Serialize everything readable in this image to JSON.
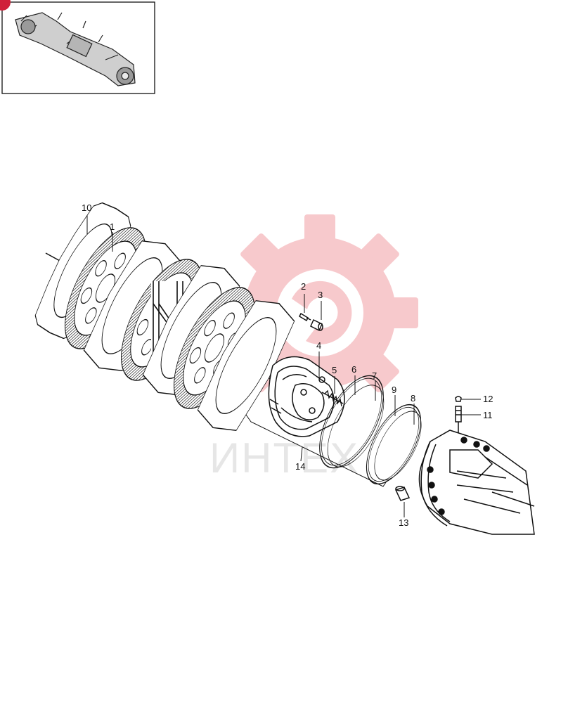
{
  "watermark": {
    "text": "ИНТЕХ",
    "gear_color": "#f7c9cc",
    "text_color": "#e4e4e4"
  },
  "thumbnail": {
    "icon": "axle-assembly-icon",
    "badge_color": "#d0203a"
  },
  "diagram": {
    "line_color": "#111111",
    "callouts": [
      {
        "id": "10",
        "label": "10"
      },
      {
        "id": "1",
        "label": "1"
      },
      {
        "id": "2",
        "label": "2"
      },
      {
        "id": "3",
        "label": "3"
      },
      {
        "id": "4",
        "label": "4"
      },
      {
        "id": "5",
        "label": "5"
      },
      {
        "id": "6",
        "label": "6"
      },
      {
        "id": "7",
        "label": "7"
      },
      {
        "id": "9",
        "label": "9"
      },
      {
        "id": "8",
        "label": "8"
      },
      {
        "id": "12",
        "label": "12"
      },
      {
        "id": "11",
        "label": "11"
      },
      {
        "id": "14",
        "label": "14"
      },
      {
        "id": "13",
        "label": "13"
      }
    ]
  }
}
